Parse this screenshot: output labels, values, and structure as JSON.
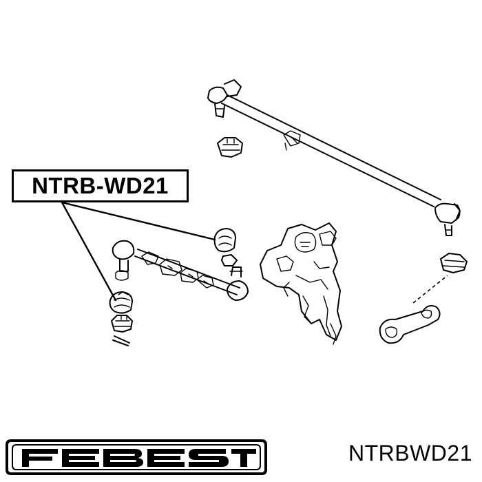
{
  "diagram": {
    "callout_label": "NTRB-WD21"
  },
  "brand": {
    "logo_text": "FEBEST"
  },
  "footer": {
    "part_code": "NTRBWD21"
  }
}
